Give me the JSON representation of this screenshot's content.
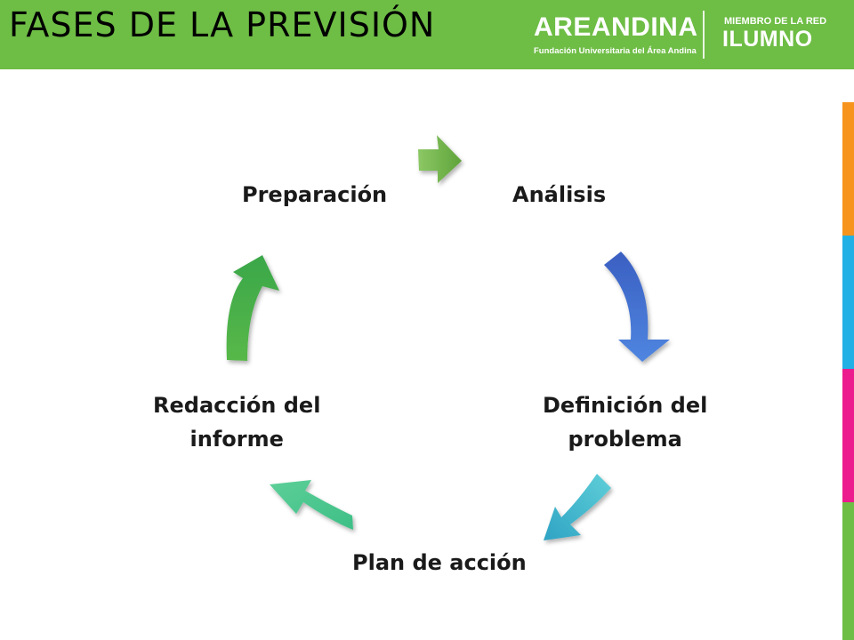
{
  "header": {
    "title": "FASES DE LA PREVISIÓN",
    "brand_name": "AREANDINA",
    "brand_subtitle": "Fundación Universitaria del Área Andina",
    "network_label": "MIEMBRO DE LA RED",
    "network_name": "ILUMNO",
    "bar_color": "#6ebd45"
  },
  "side_stripes": [
    "#f7941d",
    "#22b0e5",
    "#ec1c8e",
    "#6ebd45"
  ],
  "cycle": {
    "steps": [
      {
        "label": "Preparación"
      },
      {
        "label": "Análisis"
      },
      {
        "label": "Definición del problema",
        "line1": "Definición del",
        "line2": "problema"
      },
      {
        "label": "Plan de acción"
      },
      {
        "label": "Redacción del informe",
        "line1": "Redacción del",
        "line2": "informe"
      }
    ],
    "arrow_colors": {
      "preparacion_to_analisis": "#77b84a",
      "analisis_to_definicion": "#3f6fcf",
      "definicion_to_plan": "#3fb5c9",
      "plan_to_redaccion": "#3fbf8a",
      "redaccion_to_preparacion": "#4fb44c"
    }
  }
}
